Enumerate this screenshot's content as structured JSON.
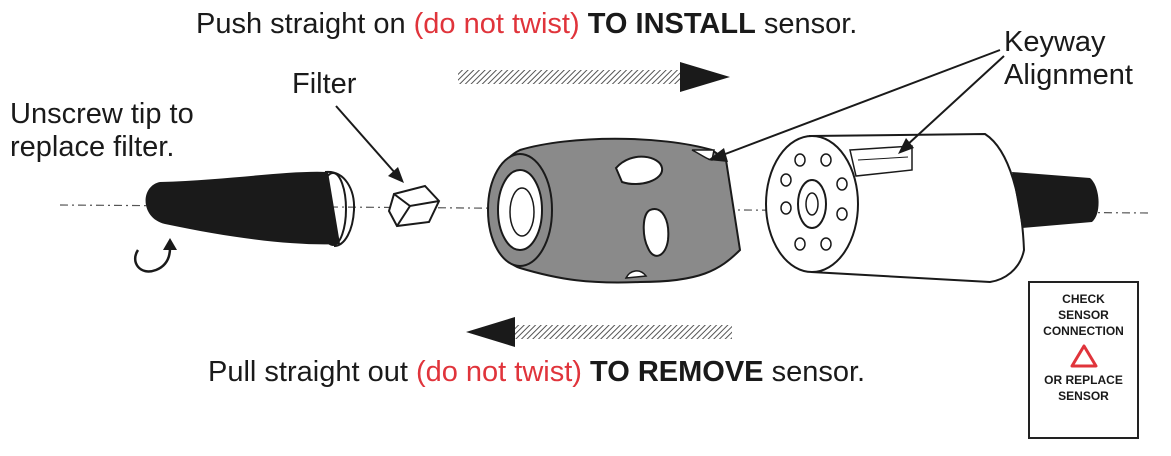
{
  "captions": {
    "install": {
      "pre": "Push straight on ",
      "warn": "(do not twist)",
      "action": "TO INSTALL",
      "post": " sensor."
    },
    "remove": {
      "pre": "Pull straight out ",
      "warn": "(do not twist)",
      "action": "TO REMOVE",
      "post": " sensor."
    }
  },
  "labels": {
    "filter": "Filter",
    "unscrew_line1": "Unscrew tip to",
    "unscrew_line2": "replace filter.",
    "keyway_line1": "Keyway",
    "keyway_line2": "Alignment"
  },
  "warning_card": {
    "line1": "CHECK",
    "line2": "SENSOR",
    "line3": "CONNECTION",
    "line4": "OR REPLACE",
    "line5": "SENSOR"
  },
  "colors": {
    "warning_red": "#e0343b",
    "sensor_gray": "#8a8a8a",
    "ink": "#1a1a1a"
  },
  "icons": [
    "arrow-right-icon",
    "arrow-left-icon",
    "rotate-arrow-icon",
    "warning-triangle-icon"
  ]
}
